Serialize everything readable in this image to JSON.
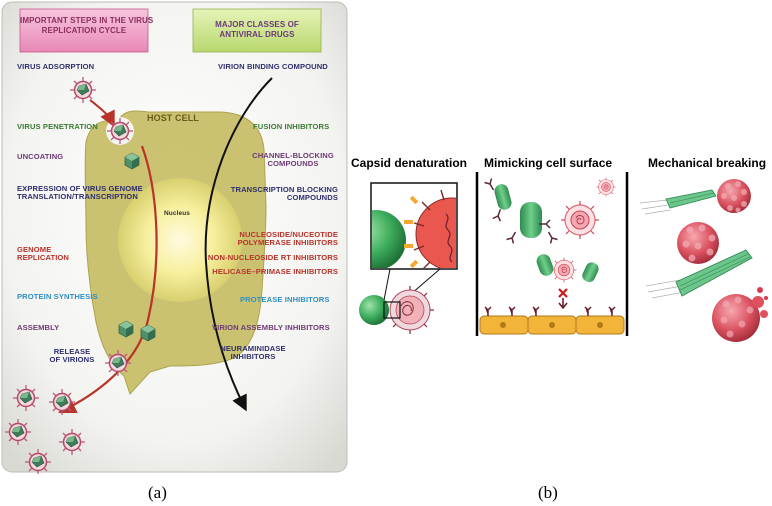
{
  "panel_a": {
    "steps_title_line1": "IMPORTANT STEPS IN THE VIRUS",
    "steps_title_line2": "REPLICATION CYCLE",
    "drugs_title_line1": "MAJOR CLASSES OF",
    "drugs_title_line2": "ANTIVIRAL DRUGS",
    "host_cell": "HOST CELL",
    "nucleus": "Nucleus",
    "steps": {
      "adsorption": "VIRUS ADSORPTION",
      "penetration": "VIRUS PENETRATION",
      "uncoating": "UNCOATING",
      "expression_line1": "EXPRESSION OF VIRUS GENOME",
      "expression_line2": "TRANSLATION/TRANSCRIPTION",
      "genome_line1": "GENOME",
      "genome_line2": "REPLICATION",
      "protein": "PROTEIN SYNTHESIS",
      "assembly": "ASSEMBLY",
      "release_line1": "RELEASE",
      "release_line2": "OF VIRIONS"
    },
    "drugs": {
      "binding": "VIRION BINDING COMPOUND",
      "fusion": "FUSION INHIBITORS",
      "channel_line1": "CHANNEL-BLOCKING",
      "channel_line2": "COMPOUNDS",
      "transcription_line1": "TRANSCRIPTION BLOCKING",
      "transcription_line2": "COMPOUNDS",
      "nucleoside_line1": "NUCLEOSIDE/NUCEOTIDE",
      "nucleoside_line2": "POLYMERASE INHIBITORS",
      "nonnucleoside": "NON-NUCLEOSIDE RT INHIBITORS",
      "helicase": "HELICASE–PRIMASE INHIBITORS",
      "protease": "PROTEASE INHIBITORS",
      "assembly": "VIRION ASSEMBLY INHIBITORS",
      "neuraminidase_line1": "NEURAMINIDASE",
      "neuraminidase_line2": "INHIBITORS"
    },
    "caption": "(a)"
  },
  "panel_b": {
    "capsid": "Capsid denaturation",
    "mimicking": "Mimicking cell surface",
    "mechanical": "Mechanical breaking",
    "caption": "(b)"
  },
  "colors": {
    "navy": "#2e2f6e",
    "green": "#3b7a32",
    "purple": "#6e3a78",
    "red": "#b8332a",
    "blue": "#2f8fc4",
    "host_cell": "#c9c06a",
    "virus_pink": "#e9828f",
    "nanoparticle_green": "#3fae5e",
    "cell_orange": "#f3b43a"
  },
  "icons": [
    "virus-particle-icon",
    "capsid-cube-icon",
    "nanoparticle-sphere-icon",
    "antibody-y-icon",
    "nanosheet-icon"
  ]
}
